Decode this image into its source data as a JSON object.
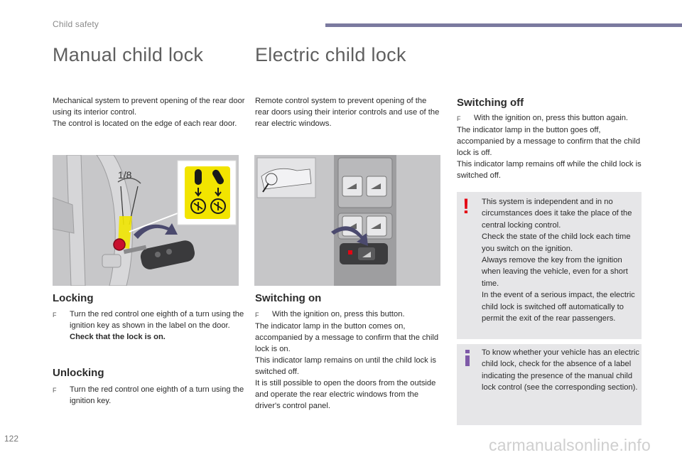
{
  "header": {
    "section": "Child safety",
    "bar_color": "#7b7a9f"
  },
  "page_number": "122",
  "watermark": "carmanualsonline.info",
  "manual": {
    "title": "Manual child lock",
    "intro": [
      "Mechanical system to prevent opening of the rear door using its interior control.",
      "The control is located on the edge of each rear door."
    ],
    "locking": {
      "heading": "Locking",
      "bullet_glyph": "F",
      "text": "Turn the red control one eighth of a turn using the ignition key as shown in the label on the door. ",
      "text_bold": "Check that the lock is on."
    },
    "unlocking": {
      "heading": "Unlocking",
      "bullet_glyph": "F",
      "text": "Turn the red control one eighth of a turn using the ignition key."
    },
    "image_label": "1/8"
  },
  "electric": {
    "title": "Electric child lock",
    "intro": "Remote control system to prevent opening of the rear doors using their interior controls and use of the rear electric windows.",
    "switching_on": {
      "heading": "Switching on",
      "bullet_glyph": "F",
      "bullet": "With the ignition on, press this button.",
      "lines": [
        "The indicator lamp in the button comes on, accompanied by a message to confirm that the child lock is on.",
        "This indicator lamp remains on until the child lock is switched off.",
        "It is still possible to open the doors from the outside and operate the rear electric windows from the driver's control panel."
      ]
    },
    "switching_off": {
      "heading": "Switching off",
      "bullet_glyph": "F",
      "bullet": "With the ignition on, press this button again.",
      "lines": [
        "The indicator lamp in the button goes off, accompanied by a message to confirm that the child lock is off.",
        "This indicator lamp remains off while the child lock is switched off."
      ]
    }
  },
  "notes": {
    "warning_icon": "exclamation-icon",
    "warning_color": "#e30613",
    "warning": [
      "This system is independent and in no circumstances does it take the place of the central locking control.",
      "Check the state of the child lock each time you switch on the ignition.",
      "Always remove the key from the ignition when leaving the vehicle, even for a short time.",
      "In the event of a serious impact, the electric child lock is switched off automatically to permit the exit of the rear passengers."
    ],
    "info_icon": "info-icon",
    "info_color": "#7e5aa8",
    "info": "To know whether your vehicle has an electric child lock, check for the absence of a label indicating the presence of the manual child lock control (see the corresponding section)."
  }
}
